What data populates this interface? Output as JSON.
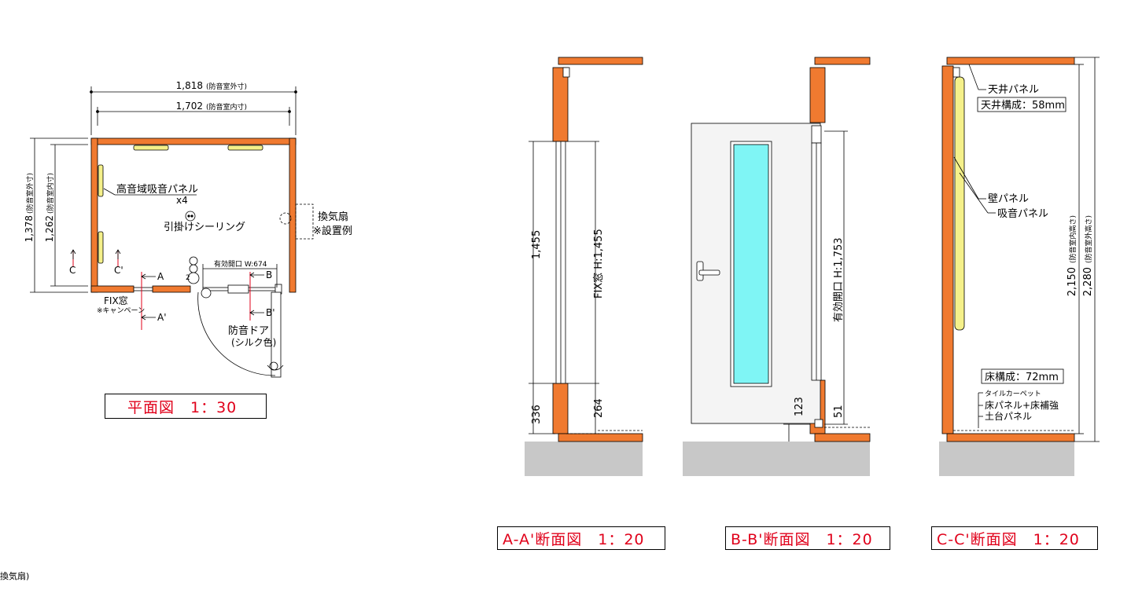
{
  "plan": {
    "outer_width": "1,818",
    "outer_width_note": "(防音室外寸)",
    "inner_width": "1,702",
    "inner_width_note": "(防音室内寸)",
    "outer_depth": "1,378",
    "outer_depth_note": "(防音室外寸)",
    "inner_depth": "1,262",
    "inner_depth_note": "(防音室内寸)",
    "hf_panel_label": "高音域吸音パネル",
    "hf_panel_qty": "x4",
    "ceiling_hook_label": "引掛けシーリング",
    "vent_fan_label": "換気扇",
    "vent_fan_note": "※設置例",
    "door_opening_label": "有効開口 W:674",
    "fix_window_label": "FIX窓",
    "fix_window_note": "※キャンペーン",
    "door_label": "防音ドア",
    "door_color_note": "(シルク色)",
    "section_a": "A",
    "section_a_prime": "A'",
    "section_b": "B",
    "section_b_prime": "B'",
    "section_c": "C",
    "section_c_prime": "C'",
    "outlet_count": "2"
  },
  "section_a": {
    "total_height": "1,455",
    "fix_window_label": "FIX窓 H:1,455",
    "base_height": "336",
    "sill_height": "264"
  },
  "section_b": {
    "door_opening_label": "有効開口 H:1,753",
    "dim_123": "123",
    "dim_51": "51"
  },
  "section_c": {
    "ceiling_panel_label": "天井パネル",
    "ceiling_spec": "天井構成：58mm",
    "wall_panel_label": "壁パネル",
    "absorb_panel_label": "吸音パネル",
    "inner_height": "2,150",
    "inner_height_note": "(防音室内高さ)",
    "outer_height": "2,280",
    "outer_height_note": "(防音室外高さ)",
    "floor_spec": "床構成：72mm",
    "tile_carpet_label": "タイルカーペット",
    "floor_panel_label": "床パネル+床補強",
    "base_panel_label": "土台パネル"
  },
  "captions": {
    "plan": "平面図　1：30",
    "a": "A-A'断面図　1：20",
    "b": "B-B'断面図　1：20",
    "c": "C-C'断面図　1：20"
  },
  "footer": {
    "text": "換気扇)"
  },
  "colors": {
    "wall_orange": "#f07a30",
    "panel_yellow": "#f5f08a",
    "glass_cyan": "#7ff5f5",
    "ground_gray": "#c8c8c8",
    "caption_red": "#e0001a"
  }
}
